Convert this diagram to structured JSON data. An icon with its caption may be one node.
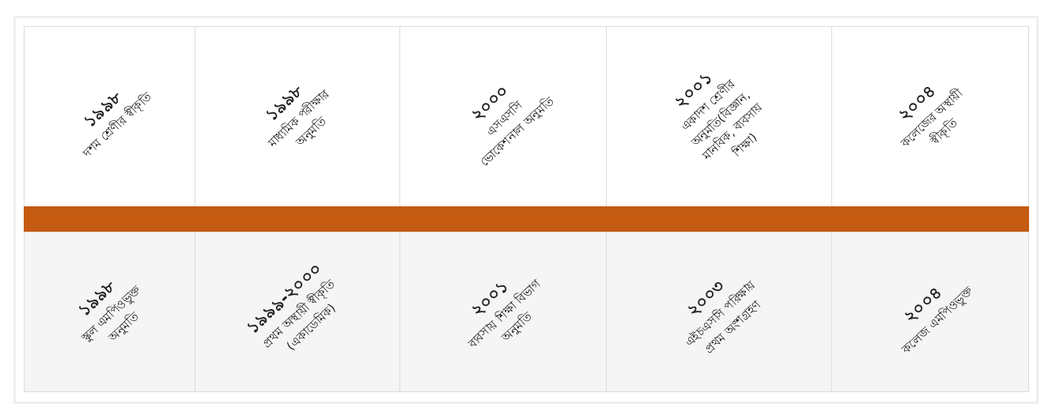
{
  "diagram": {
    "nodes": [
      {
        "text": [
          "১৯৯৮",
          "দশম শ্রেণীর স্বীকৃতি"
        ]
      },
      {
        "text": [
          "১৯৯৮",
          "মাধ্যমিক পরীক্ষার অনুমতি"
        ]
      },
      {
        "text": [
          "২০০০",
          "এসএসসি ভোকেশনাল অনুমতি"
        ]
      },
      {
        "text": [
          "২০০১",
          "একাদশ শ্রেণীর অনুমতি(বিজ্ঞান, মানবিক, ব্যবসায় শিক্ষা)"
        ]
      },
      {
        "text": [
          "২০০৪",
          "কলেজের অস্থায়ী স্বীকৃতি"
        ]
      },
      {
        "text": [],
        "shape": "bar"
      },
      {
        "text": [
          "১৯৯৮",
          "স্কুল এমপিওভুক্ত অনুমতি"
        ]
      },
      {
        "text": [
          "১৯৯৯-২০০০",
          "প্রথম অস্থায়ী স্বীকৃতি (একাডেমিক)"
        ]
      },
      {
        "text": [
          "২০০১",
          "ব্যবসায় শিক্ষা বিভাগ অনুমতি"
        ]
      },
      {
        "text": [
          "২০০৩",
          "এইচএসসি পরিক্ষায় প্রথম অংশগ্রহণ"
        ]
      },
      {
        "text": [
          "২০০৪",
          "কলেজ এমপিওভুক্ত"
        ]
      }
    ]
  }
}
